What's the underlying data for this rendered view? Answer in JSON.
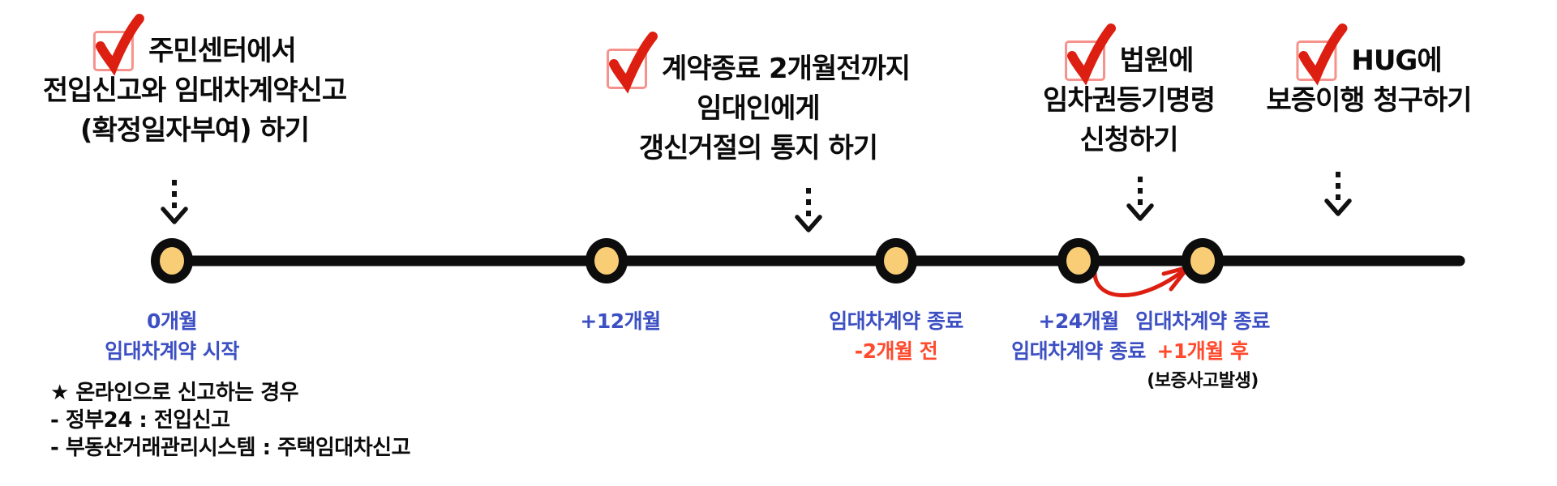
{
  "checklist": [
    {
      "line1": "주민센터에서",
      "line2": "전입신고와 임대차계약신고",
      "line3": "(확정일자부여) 하기"
    },
    {
      "line1": "계약종료 2개월전까지",
      "line2": "임대인에게",
      "line3": "갱신거절의 통지 하기"
    },
    {
      "line1": "법원에",
      "line2": "임차권등기명령",
      "line3": "신청하기"
    },
    {
      "line1": "HUG에",
      "line2": "보증이행 청구하기",
      "line3": ""
    }
  ],
  "timeline_labels": [
    {
      "blue1": "0개월",
      "blue2": "임대차계약 시작"
    },
    {
      "blue1": "+12개월"
    },
    {
      "blue1": "임대차계약 종료",
      "red": "-2개월 전"
    },
    {
      "blue1": "+24개월",
      "blue2": "임대차계약 종료"
    },
    {
      "blue1": "임대차계약 종료",
      "red": "+1개월 후",
      "black": "(보증사고발생)"
    }
  ],
  "note": {
    "line1": "★ 온라인으로 신고하는 경우",
    "line2": "- 정부24 : 전입신고",
    "line3": "- 부동산거래관리시스템 : 주택임대차신고"
  },
  "colors": {
    "label_blue": "#3c4fc3",
    "label_red": "#ff4a2d",
    "check_red": "#dd1f12",
    "node_fill": "#f9cd75",
    "line_black": "#0d0d0d"
  }
}
